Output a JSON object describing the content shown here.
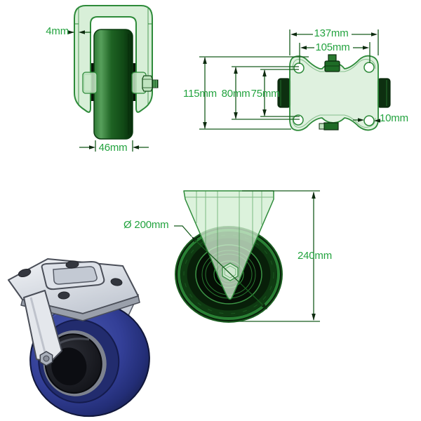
{
  "diagram": {
    "title": "Fixed castor technical dimension drawing",
    "colors": {
      "dimension_text_green": "#23A33F",
      "drawing_outline_green": "#2E8B3A",
      "drawing_fill_light_green": "#D8EFD8",
      "wheel_dark_green": "#1E6323",
      "dimension_line_green": "#175C1D",
      "photo_wheel_blue": "#32409A",
      "photo_bracket_grey": "#D6DAE1"
    },
    "side_view": {
      "plate_thickness": "4mm",
      "wheel_width": "46mm"
    },
    "plan_view": {
      "plate_length": "137mm",
      "hole_spacing_length": "105mm",
      "plate_width": "115mm",
      "slot_spacing_width": "80mm",
      "hole_spacing_width": "75mm",
      "hole_diameter": "10mm"
    },
    "front_view": {
      "wheel_diameter": "Ø 200mm",
      "overall_height": "240mm"
    }
  }
}
